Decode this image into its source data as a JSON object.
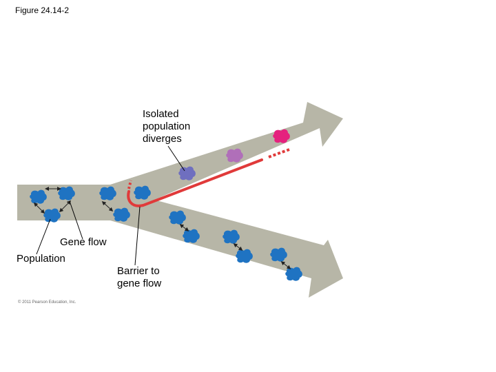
{
  "figure_title": "Figure 24.14-2",
  "labels": {
    "isolated": "Isolated\npopulation\ndiverges",
    "gene_flow": "Gene flow",
    "population": "Population",
    "barrier": "Barrier to\ngene flow",
    "copyright": "© 2011 Pearson Education, Inc."
  },
  "colors": {
    "arrow": "#b7b6a7",
    "population_blue": "#1f73c2",
    "isolated_purple": "#6f6fbf",
    "isolated_mauve": "#b06fb9",
    "isolated_magenta": "#e5217e",
    "barrier_red": "#e03a3a"
  }
}
